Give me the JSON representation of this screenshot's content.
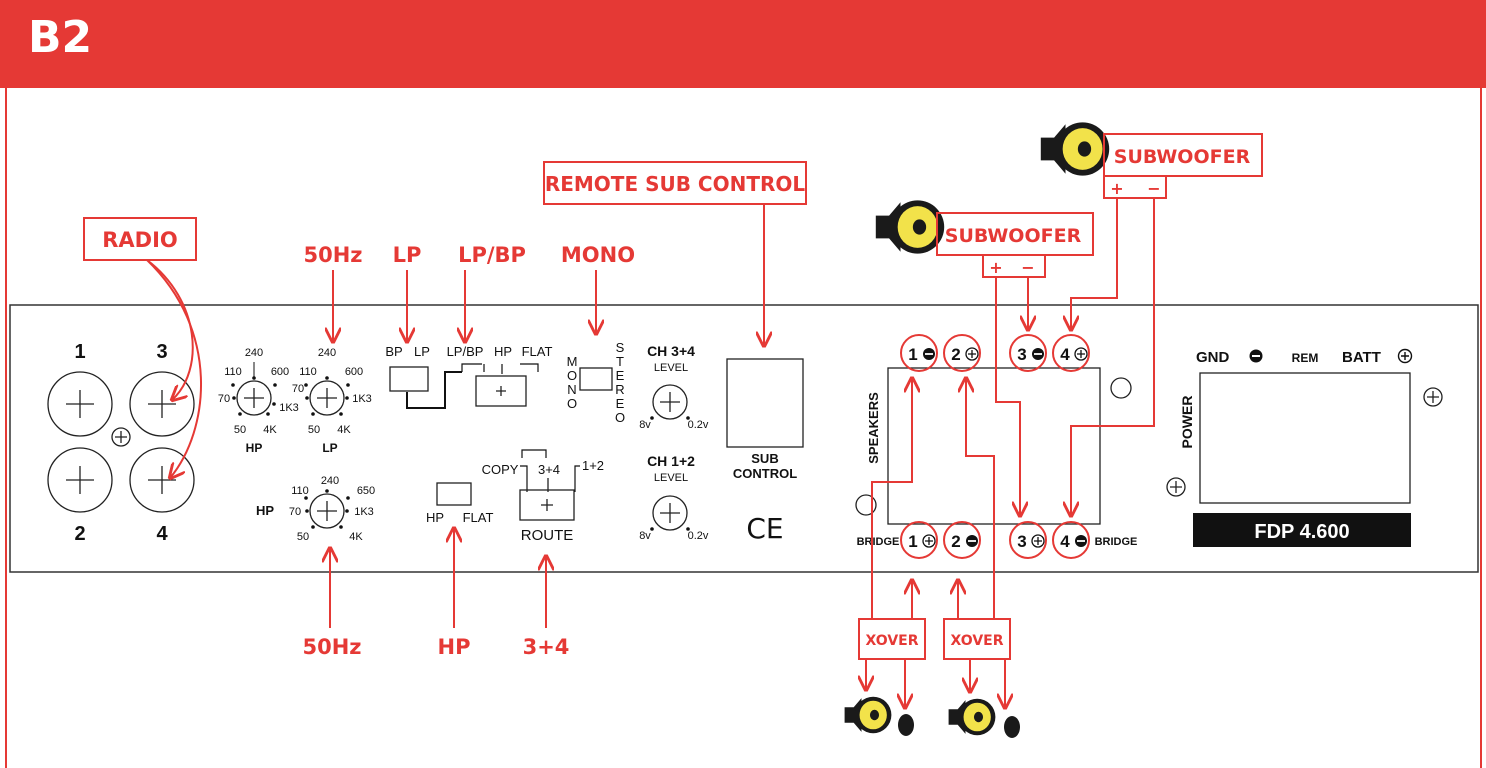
{
  "header": {
    "title": "B2"
  },
  "colors": {
    "accent": "#e53935",
    "panel_line": "#222222",
    "speaker_cone": "#f2e24a"
  },
  "callouts": {
    "radio": "RADIO",
    "hz_top": "50Hz",
    "lp": "LP",
    "lpbp": "LP/BP",
    "mono": "MONO",
    "remote": "REMOTE SUB CONTROL",
    "sub1": "SUBWOOFER",
    "sub2": "SUBWOOFER",
    "hz_bottom": "50Hz",
    "hp": "HP",
    "route34": "3+4",
    "xover1": "XOVER",
    "xover2": "XOVER"
  },
  "polarity": {
    "plus": "+",
    "minus": "−"
  },
  "panel": {
    "inputs": {
      "in1": "1",
      "in2": "2",
      "in3": "3",
      "in4": "4"
    },
    "knob_hp_top": {
      "t240": "240",
      "t110": "110",
      "t600": "600",
      "t70": "70",
      "t1k3": "1K3",
      "t50": "50",
      "t4k": "4K",
      "label": "HP"
    },
    "knob_lp_top": {
      "t240": "240",
      "t110": "110",
      "t600": "600",
      "t70": "70",
      "t1k3": "1K3",
      "t50": "50",
      "t4k": "4K",
      "label": "LP"
    },
    "knob_hp_bottom": {
      "t240": "240",
      "t110": "110",
      "t650": "650",
      "t70": "70",
      "t1k3": "1K3",
      "t50": "50",
      "t4k": "4K",
      "label": "HP"
    },
    "sw_bplp": {
      "bp": "BP",
      "lp": "LP"
    },
    "sw_filter": {
      "lpbp": "LP/BP",
      "hp": "HP",
      "flat": "FLAT"
    },
    "sw_hpflat": {
      "hp": "HP",
      "flat": "FLAT"
    },
    "mono_word": "MONO",
    "stereo_word": "STEREO",
    "route": {
      "copy": "COPY",
      "r34": "3+4",
      "r12": "1+2",
      "label": "ROUTE"
    },
    "ch34": {
      "title": "CH 3+4",
      "level": "LEVEL",
      "min": "8v",
      "max": "0.2v"
    },
    "ch12": {
      "title": "CH 1+2",
      "level": "LEVEL",
      "min": "8v",
      "max": "0.2v"
    },
    "sub_control": {
      "line1": "SUB",
      "line2": "CONTROL"
    },
    "ce_mark": "CE",
    "speakers_label": "SPEAKERS",
    "bridge_left": "BRIDGE",
    "bridge_right": "BRIDGE",
    "terminals_top": {
      "t1": "1",
      "t2": "2",
      "t3": "3",
      "t4": "4"
    },
    "terminals_bottom": {
      "t1": "1",
      "t2": "2",
      "t3": "3",
      "t4": "4"
    },
    "power_label": "POWER",
    "gnd": "GND",
    "rem": "REM",
    "batt": "BATT",
    "model": "FDP 4.600"
  }
}
